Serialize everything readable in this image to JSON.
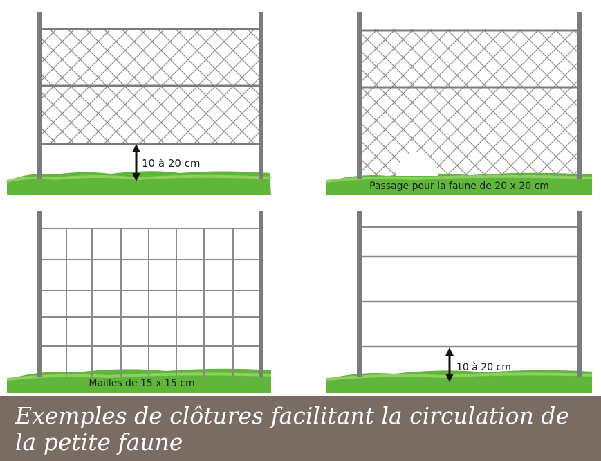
{
  "panels": {
    "mesh_raised": {
      "gap_label": "10 à 20 cm"
    },
    "mesh_passage": {
      "caption": "Passage pour la faune de 20 x 20 cm"
    },
    "grid_large": {
      "caption": "Mailles de 15 x 15 cm"
    },
    "wire_raised": {
      "gap_label": "10 à 20 cm"
    }
  },
  "caption": "Exemples de clôtures facilitant la circulation de la petite faune",
  "colors": {
    "caption_bg": "#7a6c63",
    "grass": "#5fb63a",
    "grass_light": "#8ed060",
    "post": "#7c7c7c",
    "wire": "#8a8a8a"
  }
}
